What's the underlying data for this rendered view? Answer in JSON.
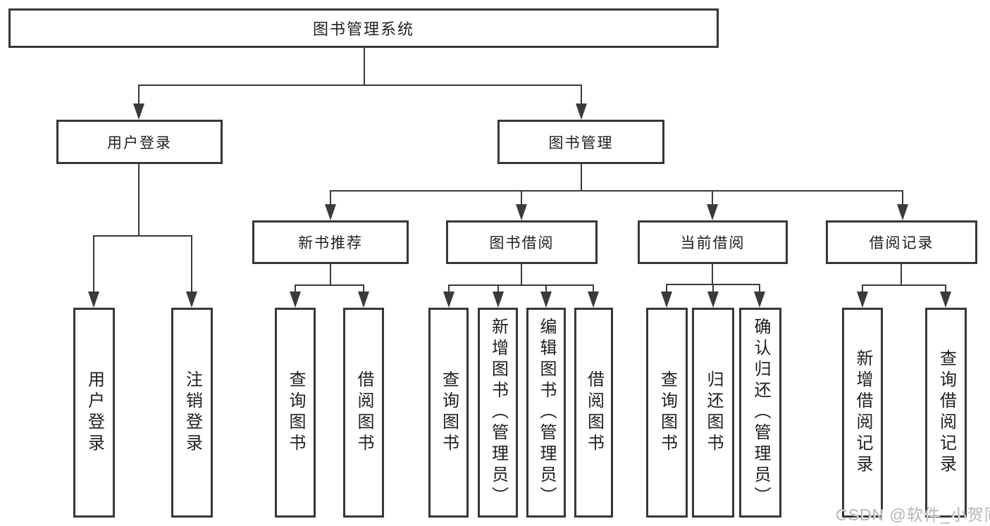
{
  "diagram": {
    "root": {
      "label": "图书管理系统"
    },
    "branches": [
      {
        "label": "用户登录",
        "children": [
          {
            "label": "用户登录"
          },
          {
            "label": "注销登录"
          }
        ]
      },
      {
        "label": "图书管理",
        "children": [
          {
            "label": "新书推荐",
            "children": [
              {
                "label": "查询图书"
              },
              {
                "label": "借阅图书"
              }
            ]
          },
          {
            "label": "图书借阅",
            "children": [
              {
                "label": "查询图书"
              },
              {
                "label": "新增图书（管理员）"
              },
              {
                "label": "编辑图书（管理员）"
              },
              {
                "label": "借阅图书"
              }
            ]
          },
          {
            "label": "当前借阅",
            "children": [
              {
                "label": "查询图书"
              },
              {
                "label": "归还图书"
              },
              {
                "label": "确认归还（管理员）"
              }
            ]
          },
          {
            "label": "借阅记录",
            "children": [
              {
                "label": "新增借阅记录"
              },
              {
                "label": "查询借阅记录"
              }
            ]
          }
        ]
      }
    ]
  },
  "watermark": {
    "text": "CSDN @软件_小贺同学"
  },
  "colors": {
    "line": "#3a3a3a",
    "box_border": "#373737",
    "text": "#1f1f1f",
    "watermark": "#b5b5b5",
    "background": "#ffffff"
  }
}
